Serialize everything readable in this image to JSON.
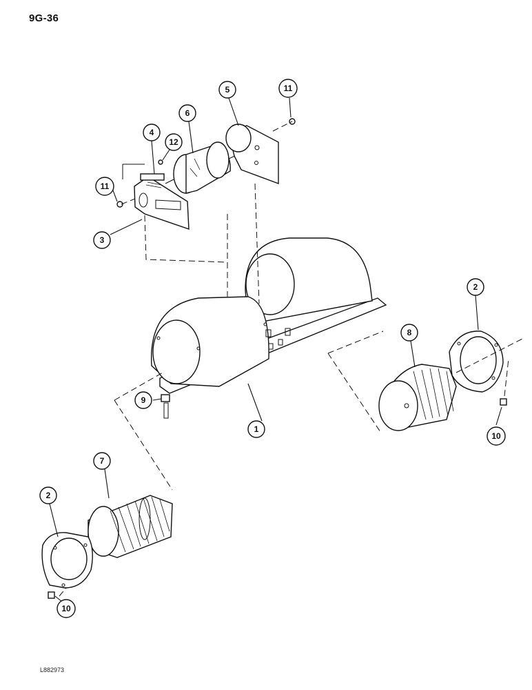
{
  "page_code": "9G-36",
  "figure_id": "L882973",
  "callouts": {
    "c1": "1",
    "c2a": "2",
    "c2b": "2",
    "c3": "3",
    "c4": "4",
    "c5": "5",
    "c6": "6",
    "c7": "7",
    "c8": "8",
    "c9": "9",
    "c10a": "10",
    "c10b": "10",
    "c11a": "11",
    "c11b": "11",
    "c12": "12"
  }
}
